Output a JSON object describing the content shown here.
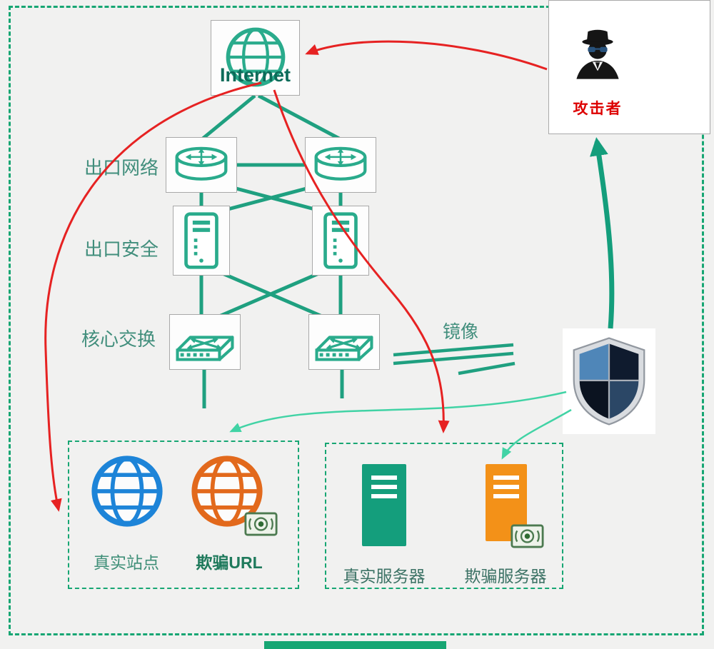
{
  "nodes": {
    "internet": {
      "label": "Internet"
    },
    "attacker": {
      "label": "攻击者"
    },
    "mirror_label": "镜像",
    "layer_labels": [
      {
        "label": "出口网络"
      },
      {
        "label": "出口安全"
      },
      {
        "label": "核心交换"
      }
    ],
    "site_zone": {
      "real_site": {
        "label": "真实站点"
      },
      "fake_url": {
        "label": "欺骗URL"
      }
    },
    "server_zone": {
      "real_server": {
        "label": "真实服务器"
      },
      "fake_server": {
        "label": "欺骗服务器"
      }
    }
  },
  "icons": {
    "internet": "globe-icon",
    "attacker": "spy-icon",
    "exit_network": "router-icon",
    "exit_security": "firewall-icon",
    "core_switch": "switch-icon",
    "deception_platform": "shield-icon",
    "real_site": "globe-blue-icon",
    "fake_url": "globe-orange-icon",
    "honeytoken": "banknote-eye-icon",
    "real_server": "server-teal-icon",
    "fake_server": "server-orange-icon"
  },
  "colors": {
    "frame_green": "#17a673",
    "link_teal": "#1fa080",
    "thick_arrow_green": "#149e7c",
    "light_arrow_teal": "#41d3a5",
    "attack_red": "#e62222",
    "orange_accent": "#f39118",
    "blue_accent": "#1d84d8",
    "label_green": "#418e7c",
    "attacker_label_red": "#dd0000",
    "internet_text": "#0c6b59"
  }
}
